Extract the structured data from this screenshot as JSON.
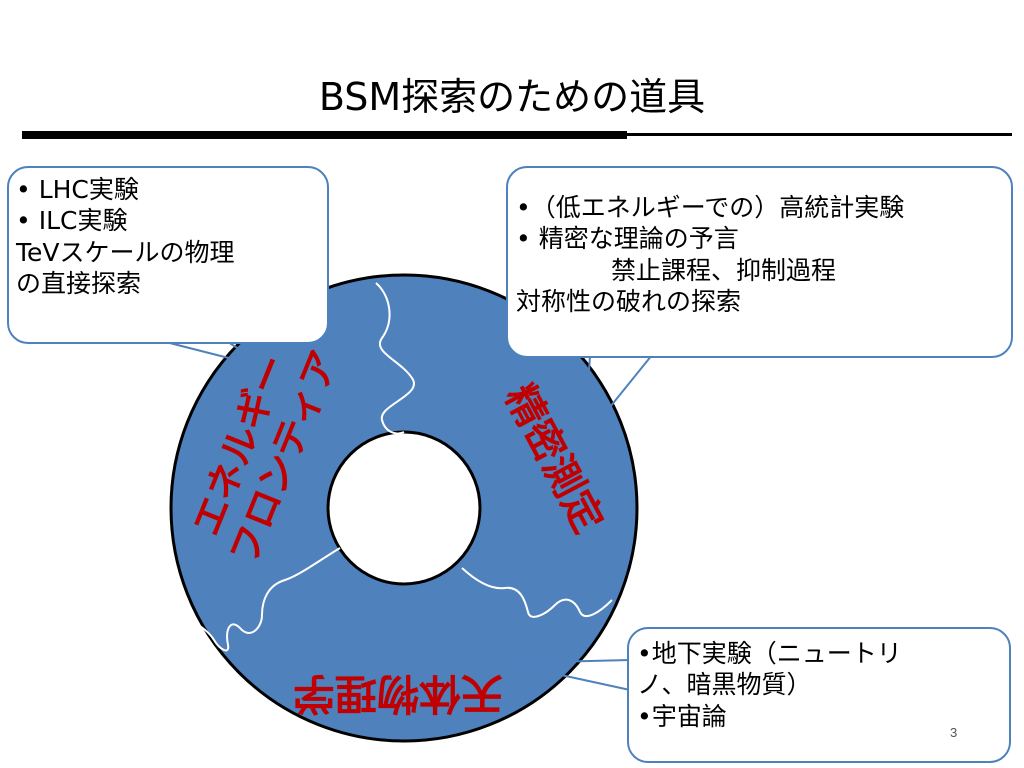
{
  "slide": {
    "title": "BSM探索のための道具",
    "page_number": "3"
  },
  "ring": {
    "sectors": [
      {
        "line1": "エネルギー",
        "line2": "フロンティア"
      },
      {
        "label": "精密測定"
      },
      {
        "label": "天体物理学"
      }
    ]
  },
  "callouts": {
    "energy": {
      "lines": [
        "• LHC実験",
        "• ILC実験",
        "TeVスケールの物理",
        "の直接探索"
      ]
    },
    "precision": {
      "lines": [
        "•（低エネルギーでの）高統計実験",
        "• 精密な理論の予言",
        "禁止課程、抑制過程",
        "対称性の破れの探索"
      ]
    },
    "astro": {
      "lines": [
        "•地下実験（ニュートリ",
        "ノ、暗黒物質）",
        "•宇宙論"
      ]
    }
  },
  "colors": {
    "ring_fill": "#4f81bd",
    "ring_stroke": "#000000",
    "callout_stroke": "#4f81bd",
    "label_red": "#c00000"
  }
}
